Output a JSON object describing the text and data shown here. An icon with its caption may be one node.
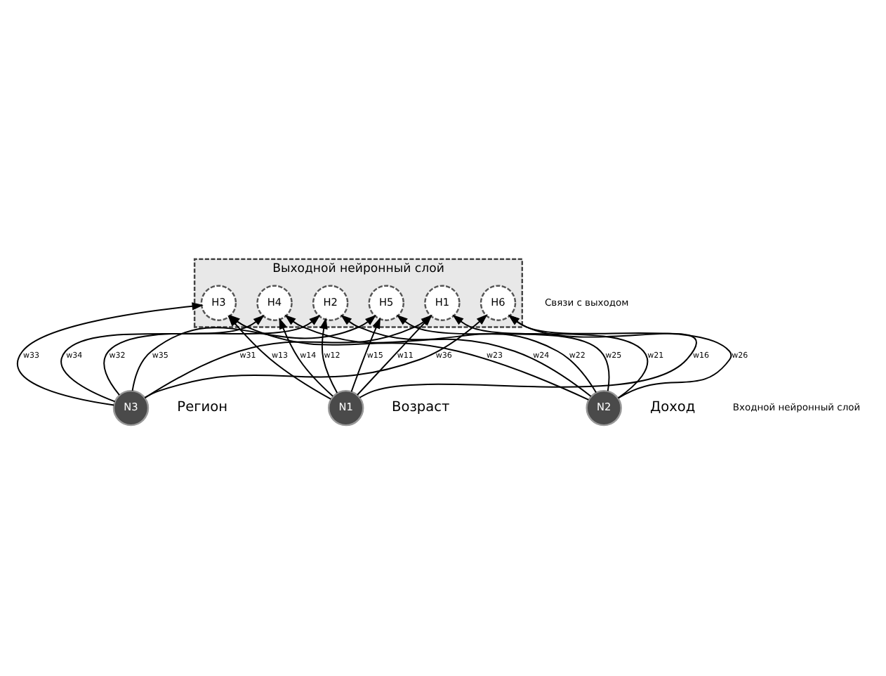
{
  "diagram": {
    "nodes": [
      {
        "text": [
          "Выходной нейронный слой"
        ]
      },
      {
        "text": [
          "H1"
        ],
        "in": 0
      },
      {
        "text": [
          "H2"
        ],
        "in": 0
      },
      {
        "text": [
          "H3"
        ],
        "in": 0
      },
      {
        "text": [
          "H4"
        ],
        "in": 0
      },
      {
        "text": [
          "H5"
        ],
        "in": 0
      },
      {
        "text": [
          "H6"
        ],
        "in": 0
      },
      {
        "text": [
          "N1"
        ],
        "beside": [
          "Возраст"
        ]
      },
      {
        "text": [
          "N2"
        ],
        "beside": [
          "Доход"
        ]
      },
      {
        "text": [
          "N3"
        ],
        "beside": [
          "Регион"
        ]
      }
    ],
    "edges": [
      {
        "from": 7,
        "to": 1,
        "arrow": "to",
        "label": "w11"
      },
      {
        "from": 7,
        "to": 2,
        "arrow": "to",
        "label": "w12"
      },
      {
        "from": 7,
        "to": 3,
        "arrow": "to",
        "label": "w13"
      },
      {
        "from": 7,
        "to": 4,
        "arrow": "to",
        "label": "w14"
      },
      {
        "from": 7,
        "to": 5,
        "arrow": "to",
        "label": "w15"
      },
      {
        "from": 7,
        "to": 6,
        "arrow": "to",
        "label": "w16"
      },
      {
        "from": 8,
        "to": 1,
        "arrow": "to",
        "label": "w21"
      },
      {
        "from": 8,
        "to": 2,
        "arrow": "to",
        "label": "w22"
      },
      {
        "from": 8,
        "to": 3,
        "arrow": "to",
        "label": "w23"
      },
      {
        "from": 8,
        "to": 4,
        "arrow": "to",
        "label": "w24"
      },
      {
        "from": 8,
        "to": 5,
        "arrow": "to",
        "label": "w25"
      },
      {
        "from": 8,
        "to": 6,
        "arrow": "to",
        "label": "w26"
      },
      {
        "from": 9,
        "to": 1,
        "arrow": "to",
        "label": "w31"
      },
      {
        "from": 9,
        "to": 2,
        "arrow": "to",
        "label": "w32"
      },
      {
        "from": 9,
        "to": 3,
        "arrow": "to",
        "label": "w33"
      },
      {
        "from": 9,
        "to": 4,
        "arrow": "to",
        "label": "w34"
      },
      {
        "from": 9,
        "to": 5,
        "arrow": "to",
        "label": "w35"
      },
      {
        "from": 9,
        "to": 6,
        "arrow": "to",
        "label": "w36"
      }
    ],
    "labels": [
      "Входной нейронный слой",
      "Связи с выходом"
    ]
  }
}
